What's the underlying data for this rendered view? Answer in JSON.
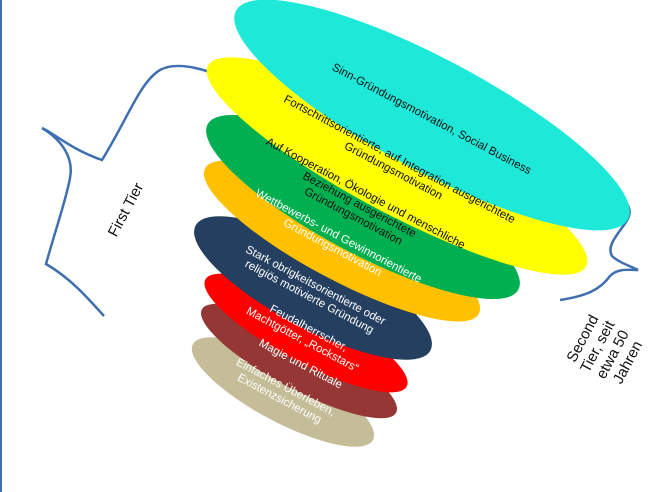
{
  "tiers": {
    "first_tier": "First Tier",
    "second_tier_lines": [
      "Second",
      "Tier, seit",
      "etwa 50",
      "Jahren"
    ]
  },
  "bands": [
    {
      "lines": [
        "Sinn-Gründungsmotivation, Social Business"
      ],
      "color": "#1ee8d8",
      "text_color": "#111111"
    },
    {
      "lines": [
        "Fortschrittsorientierte, auf Integration ausgerichtete",
        "Gründungsmotivation"
      ],
      "color": "#ffff00",
      "text_color": "#111111"
    },
    {
      "lines": [
        "Auf Kooperation, Ökologie und menschliche",
        "Beziehung ausgerichtete",
        "Gründungsmotivation"
      ],
      "color": "#00b050",
      "text_color": "#111111"
    },
    {
      "lines": [
        "Wettbewerbs- und Gewinnorientierte",
        "Gründungsmotivation"
      ],
      "color": "#ffc000",
      "text_color": "#ffffff"
    },
    {
      "lines": [
        "Stark obrigkeitsorientierte oder",
        "religiös motivierte Gründung"
      ],
      "color": "#243f60",
      "text_color": "#ffffff"
    },
    {
      "lines": [
        "Feudalherrscher,",
        "Machtgötter, „Rockstars“"
      ],
      "color": "#ff0000",
      "text_color": "#ffffff"
    },
    {
      "lines": [
        "Magie und Rituale"
      ],
      "color": "#953735",
      "text_color": "#ffffff"
    },
    {
      "lines": [
        "Einfaches Überleben,",
        "Existenzsicherung"
      ],
      "color": "#c4bd97",
      "text_color": "#ffffff"
    }
  ]
}
